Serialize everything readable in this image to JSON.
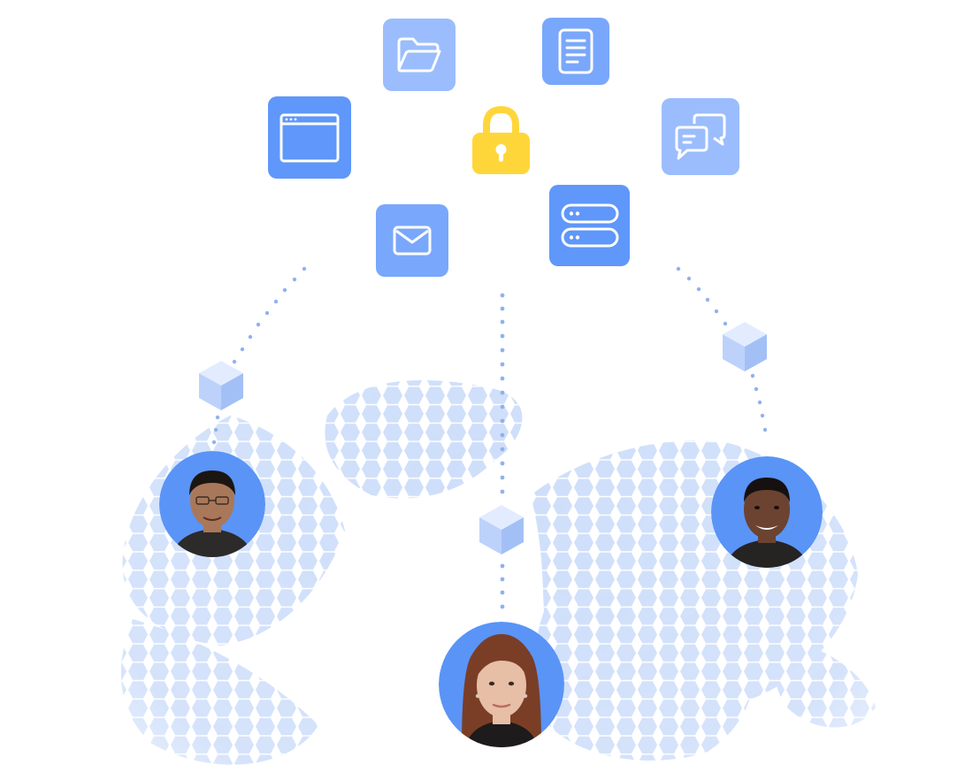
{
  "colors": {
    "tile_light": "#9bbdfd",
    "tile_mid": "#79a7fb",
    "tile_dark": "#5f97fa",
    "lock": "#ffd63a",
    "dots": "#8fb2ef",
    "hex": "#c6d8f9",
    "cube_top": "#e3ecff",
    "cube_left": "#bcd2fb",
    "cube_right": "#a3c0f6",
    "avatar_ring": "#5a94f6"
  },
  "icons": {
    "folder": "folder-icon",
    "document": "document-icon",
    "browser": "browser-window-icon",
    "lock": "lock-icon",
    "chat": "chat-bubbles-icon",
    "mail": "mail-icon",
    "server": "server-icon",
    "cube": "cube-icon"
  },
  "users": [
    {
      "role": "user-left",
      "skin": "#a9785a",
      "hair": "#1c1612",
      "shirt": "#2d2a2a"
    },
    {
      "role": "user-right",
      "skin": "#6b4330",
      "hair": "#161110",
      "shirt": "#262323"
    },
    {
      "role": "user-bottom",
      "skin": "#e7bea6",
      "hair": "#7a3e26",
      "shirt": "#1e1b1c"
    }
  ]
}
